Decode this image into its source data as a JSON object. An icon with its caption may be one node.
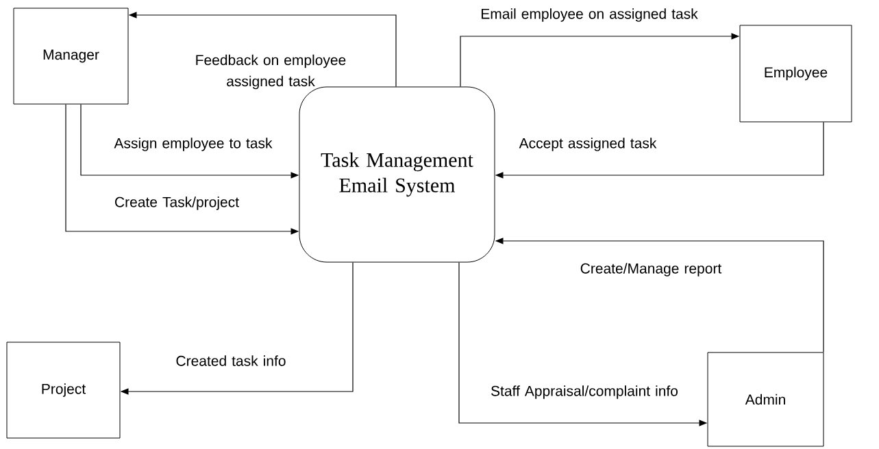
{
  "diagram": {
    "nodes": [
      {
        "text": [
          "Manager"
        ]
      },
      {
        "text": [
          "Task Management Email System"
        ]
      },
      {
        "text": [
          "Employee"
        ]
      },
      {
        "text": [
          "Project"
        ]
      },
      {
        "text": [
          "Admin"
        ]
      }
    ],
    "edges": [
      {
        "from": 1,
        "to": 0,
        "arrow": "to",
        "label": "Feedback on employee assigned task"
      },
      {
        "from": 0,
        "to": 1,
        "arrow": "to",
        "label": "Assign employee to task"
      },
      {
        "from": 0,
        "to": 1,
        "arrow": "to",
        "label": "Create Task/project"
      },
      {
        "from": 1,
        "to": 2,
        "arrow": "to",
        "label": "Email employee on assigned task"
      },
      {
        "from": 2,
        "to": 1,
        "arrow": "to",
        "label": "Accept assigned task"
      },
      {
        "from": 4,
        "to": 1,
        "arrow": "to",
        "label": "Create/Manage report"
      },
      {
        "from": 1,
        "to": 3,
        "arrow": "to",
        "label": "Created task info"
      },
      {
        "from": 1,
        "to": 4,
        "arrow": "to",
        "label": "Staff Appraisal/complaint info"
      }
    ]
  }
}
